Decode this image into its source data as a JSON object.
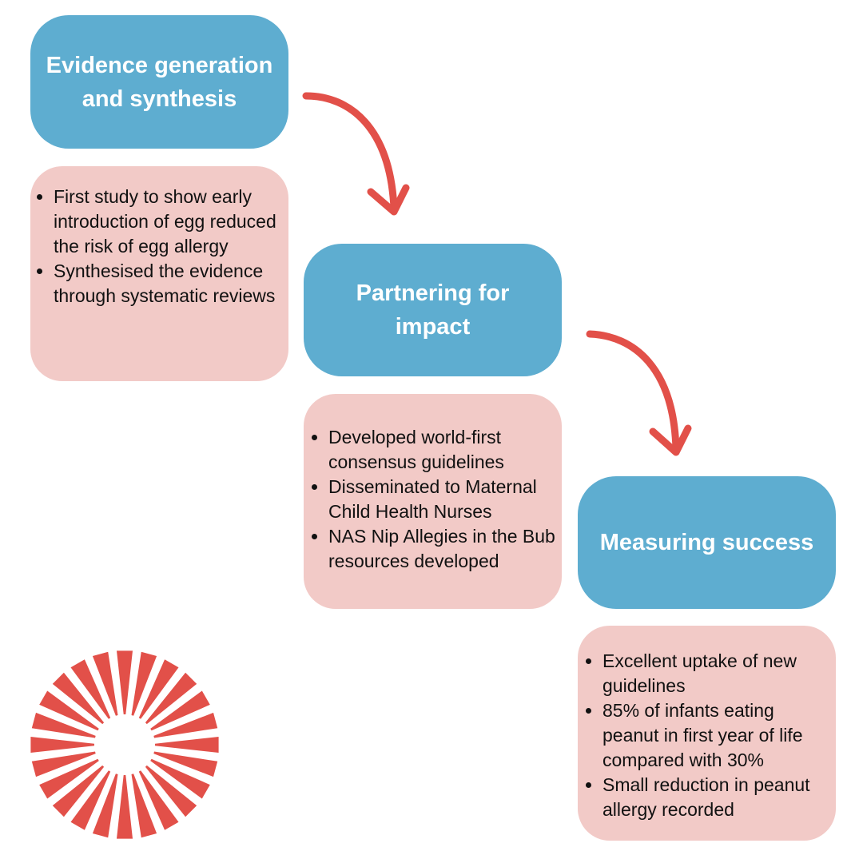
{
  "colors": {
    "header_bg": "#5eadd0",
    "detail_bg": "#f2cac7",
    "arrow": "#e25049",
    "logo": "#e25049"
  },
  "steps": [
    {
      "title_lines": [
        "Evidence generation",
        "and synthesis"
      ],
      "bullets": [
        "First study to show early introduction of egg reduced the risk of egg allergy",
        "Synthesised the evidence through systematic reviews"
      ]
    },
    {
      "title_lines": [
        "Partnering for",
        "impact"
      ],
      "bullets": [
        "Developed world-first consensus guidelines",
        "Disseminated to Maternal Child Health Nurses",
        "NAS Nip Allegies in the Bub resources developed"
      ]
    },
    {
      "title_lines": [
        "Measuring success"
      ],
      "bullets": [
        "Excellent uptake of new guidelines",
        "85% of infants eating peanut in first year of life compared with 30%",
        "Small reduction in peanut allergy recorded"
      ]
    }
  ],
  "logo_icon": "sunburst-icon"
}
